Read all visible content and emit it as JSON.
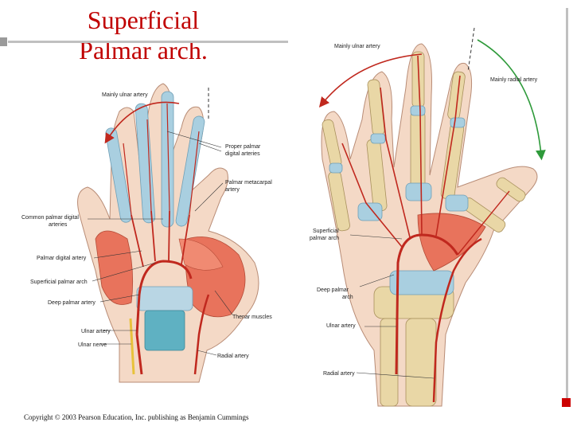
{
  "slide": {
    "title_line1": "Superficial",
    "title_line2": "Palmar arch.",
    "copyright": "Copyright © 2003 Pearson Education, Inc. publishing as Benjamin Cummings"
  },
  "left_figure": {
    "labels": {
      "mainly_ulnar": "Mainly ulnar artery",
      "proper_digital_1": "Proper palmar",
      "proper_digital_2": "digital arteries",
      "palmar_metacarpal_1": "Palmar metacarpal",
      "palmar_metacarpal_2": "artery",
      "common_digital_1": "Common palmar digital",
      "common_digital_2": "arteries",
      "palmar_digital": "Palmar digital artery",
      "superficial_arch": "Superficial palmar arch",
      "deep_arch": "Deep palmar artery",
      "thenar": "Thenar muscles",
      "ulnar_artery": "Ulnar artery",
      "ulnar_nerve": "Ulnar nerve",
      "radial_artery": "Radial artery"
    }
  },
  "right_figure": {
    "labels": {
      "mainly_ulnar": "Mainly ulnar artery",
      "mainly_radial": "Mainly radial artery",
      "superficial_1": "Superficial",
      "superficial_2": "palmar arch",
      "deep_1": "Deep palmar",
      "deep_2": "arch",
      "ulnar_artery": "Ulnar artery",
      "radial_artery": "Radial artery"
    }
  },
  "colors": {
    "title": "#c00000",
    "skin": "#f4d9c6",
    "muscle": "#e8735c",
    "tendon": "#a9cfe0",
    "artery": "#c0281e",
    "bone": "#e9d7a6",
    "ulnar_arrow": "#c0281e",
    "radial_arrow": "#2e9a3a"
  }
}
